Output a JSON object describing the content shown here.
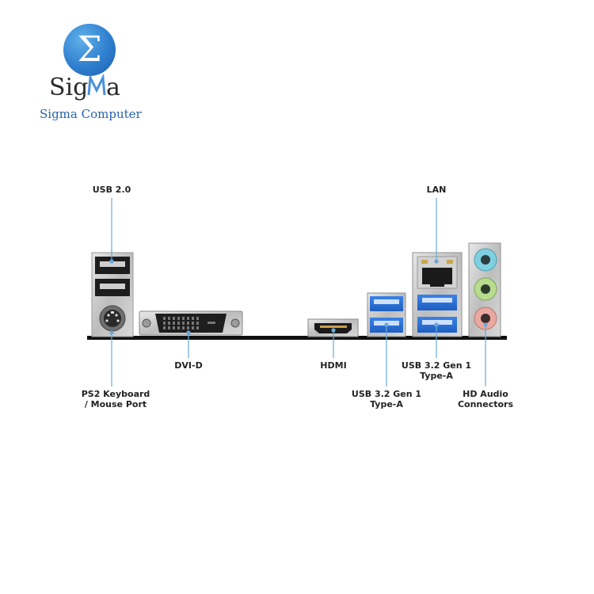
{
  "logo": {
    "symbol": "Σ",
    "wordmark": "SigMa",
    "subtitle": "Sigma Computer"
  },
  "labels": {
    "usb20": "USB 2.0",
    "lan": "LAN",
    "dvid": "DVI-D",
    "hdmi": "HDMI",
    "usb32_right_line1": "USB 3.2 Gen 1",
    "usb32_right_line2": "Type-A",
    "ps2_line1": "PS2 Keyboard",
    "ps2_line2": "/ Mouse Port",
    "usb32_left_line1": "USB 3.2 Gen 1",
    "usb32_left_line2": "Type-A",
    "audio_line1": "HD Audio",
    "audio_line2": "Connectors"
  },
  "colors": {
    "logo_blue": "#2f7fcf",
    "callout_line": "#6aa8d8",
    "usb3_blue": "#2a6fd6",
    "audio_blue": "#7fd0e0",
    "audio_green": "#b7dc8e",
    "audio_pink": "#e9a8a0"
  }
}
